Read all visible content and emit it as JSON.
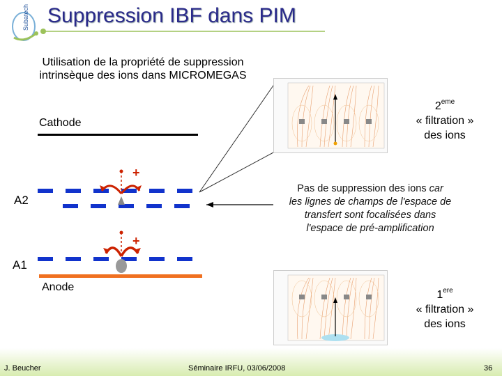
{
  "slide": {
    "title": "Suppression IBF dans PIM",
    "logo_text": "Subatech",
    "subtitle_line1": "Utilisation de la propriété de suppression",
    "subtitle_line2": "intrinsèque des ions dans MICROMEGAS"
  },
  "diagram": {
    "cathode_label": "Cathode",
    "anode_label": "Anode",
    "a2_label": "A2",
    "a1_label": "A1",
    "plus_sign": "+",
    "filtration2": {
      "ordinal": "2",
      "ordinal_sup": "eme",
      "line2": "« filtration »",
      "line3": "des ions"
    },
    "filtration1": {
      "ordinal": "1",
      "ordinal_sup": "ere",
      "line2": "« filtration »",
      "line3": "des ions"
    },
    "suppression_note": {
      "lead_text": "Pas de suppression des ions",
      "connector": "car",
      "line2": "les lignes de champs de l'espace de",
      "line3": "transfert sont focalisées dans",
      "line4": "l'espace de pré-amplification"
    }
  },
  "footer": {
    "author": "J. Beucher",
    "event": "Séminaire IRFU, 03/06/2008",
    "page": "36"
  },
  "colors": {
    "title": "#2a2a8a",
    "electrode": "#1133cc",
    "anode": "#f07020",
    "ion_arrow": "#cc2200",
    "field_lines": "#e8a070"
  }
}
